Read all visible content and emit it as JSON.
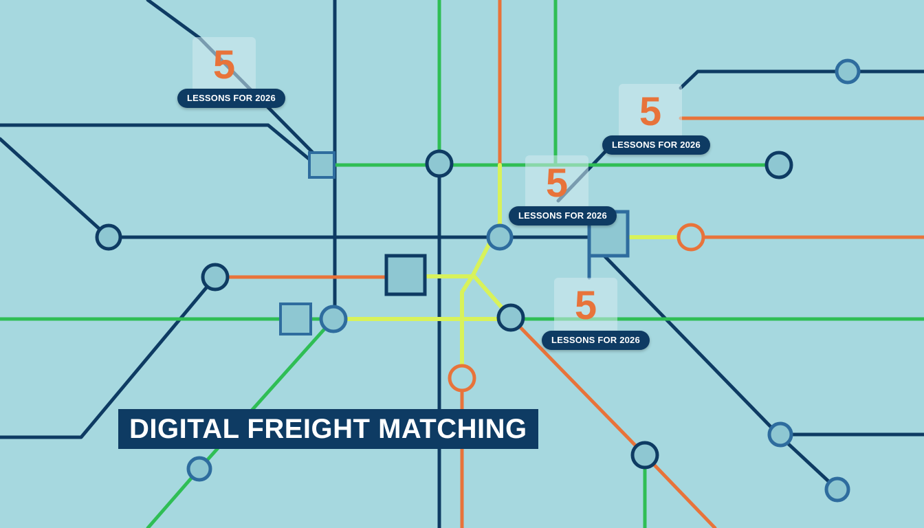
{
  "title": "DIGITAL FREIGHT MATCHING",
  "callouts": [
    {
      "number": "5",
      "label": "LESSONS FOR 2026"
    },
    {
      "number": "5",
      "label": "LESSONS FOR 2026"
    },
    {
      "number": "5",
      "label": "LESSONS FOR 2026"
    },
    {
      "number": "5",
      "label": "LESSONS FOR 2026"
    }
  ],
  "colors": {
    "background": "#a6d8df",
    "navy_line": "#0e3b63",
    "green_line": "#2fbe55",
    "orange_line": "#e8733a",
    "lime_line": "#d8f25a",
    "station_fill": "#8ec7d2",
    "label_bg": "#0e3b63",
    "number": "#e8733a"
  }
}
